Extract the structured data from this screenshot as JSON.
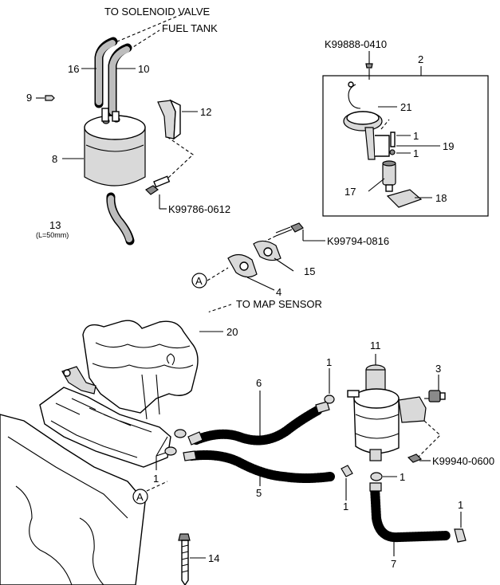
{
  "labels": {
    "to_solenoid_valve": "TO SOLENOID VALVE",
    "fuel_tank": "FUEL TANK",
    "to_map_sensor": "TO MAP SENSOR",
    "p16": "16",
    "p10": "10",
    "p9": "9",
    "p12": "12",
    "p8": "8",
    "p13": "13",
    "p13_note": "(L=50mm)",
    "k99786": "K99786-0612",
    "k99888": "K99888-0410",
    "p2": "2",
    "p21": "21",
    "p19": "19",
    "p19_a": "1",
    "p19_b": "1",
    "p17": "17",
    "p18": "18",
    "k99794": "K99794-0816",
    "p15": "15",
    "p4": "4",
    "ref_a_top": "A",
    "p20": "20",
    "p11": "11",
    "p3": "3",
    "p1_top": "1",
    "p6": "6",
    "p1_left": "1",
    "p5": "5",
    "k99940": "K99940-0600",
    "p1_filter": "1",
    "p1_clamp": "1",
    "p1_right": "1",
    "p7": "7",
    "ref_a_bottom": "A",
    "p14": "14"
  }
}
